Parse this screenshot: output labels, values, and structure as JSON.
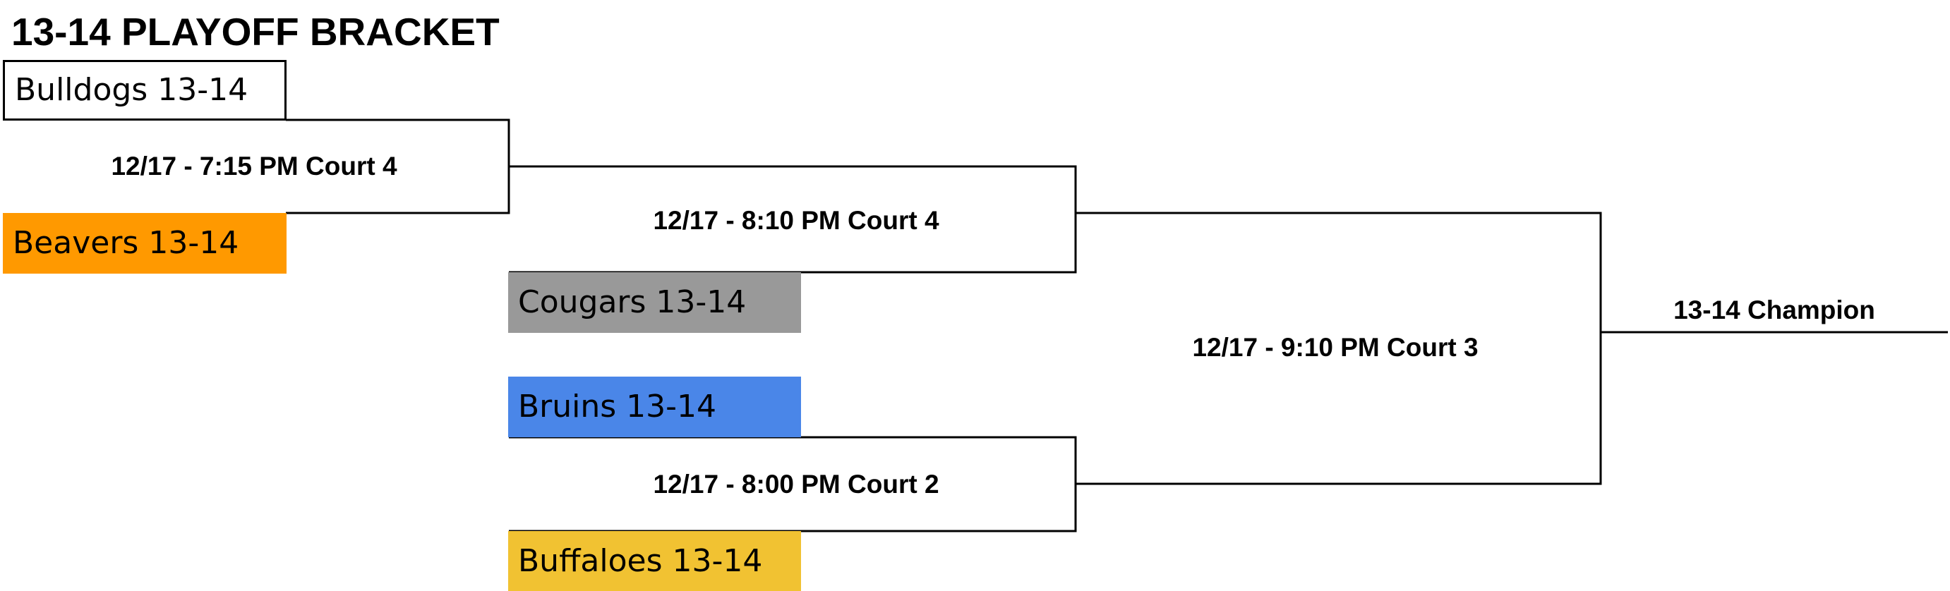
{
  "title": "13-14 PLAYOFF BRACKET",
  "teams": [
    {
      "name": "Bulldogs 13-14",
      "color": "#ffffff"
    },
    {
      "name": "Beavers 13-14",
      "color": "#ff9900"
    },
    {
      "name": "Cougars 13-14",
      "color": "#999999"
    },
    {
      "name": "Bruins 13-14",
      "color": "#4a86e8"
    },
    {
      "name": "Buffaloes 13-14",
      "color": "#f1c232"
    }
  ],
  "games": [
    {
      "label": "12/17 - 7:15 PM Court 4"
    },
    {
      "label": "12/17 - 8:10 PM Court 4"
    },
    {
      "label": "12/17 - 8:00 PM Court 2"
    },
    {
      "label": "12/17 - 9:10 PM Court 3"
    }
  ],
  "champion_label": "13-14 Champion"
}
